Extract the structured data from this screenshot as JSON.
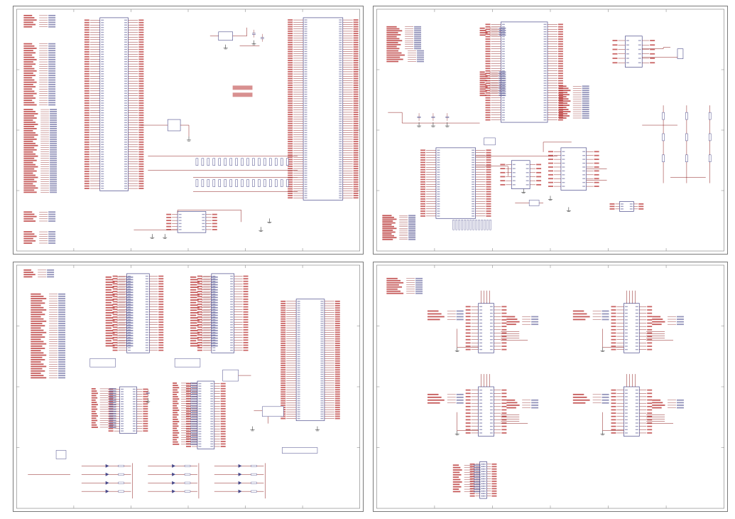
{
  "sheets": [
    {
      "id": "sheet-1",
      "title": ""
    },
    {
      "id": "sheet-2",
      "title": ""
    },
    {
      "id": "sheet-3",
      "title": ""
    },
    {
      "id": "sheet-4",
      "title": ""
    }
  ],
  "colors": {
    "wire": "#8b1a1a",
    "part": "#4a4a8a",
    "frame": "#7a7a7a",
    "net_label": "#b22222",
    "ground": "#1a1a1a"
  }
}
